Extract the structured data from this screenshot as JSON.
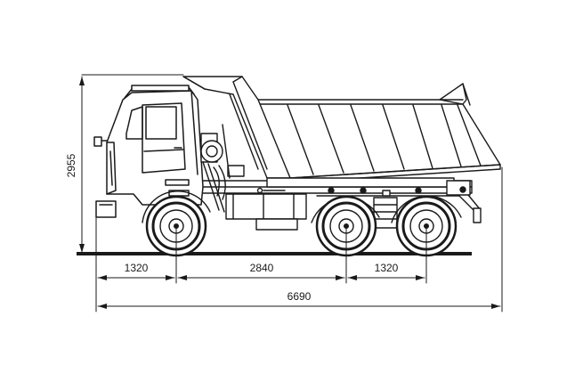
{
  "drawing": {
    "subject": "dump-truck-side-elevation",
    "line_color": "#1a1a1a",
    "background": "#ffffff",
    "dimensions": {
      "overall_height": "2955",
      "front_overhang": "1320",
      "wheelbase_front_to_bogie": "2840",
      "bogie_spacing": "1320",
      "overall_length": "6690"
    }
  }
}
